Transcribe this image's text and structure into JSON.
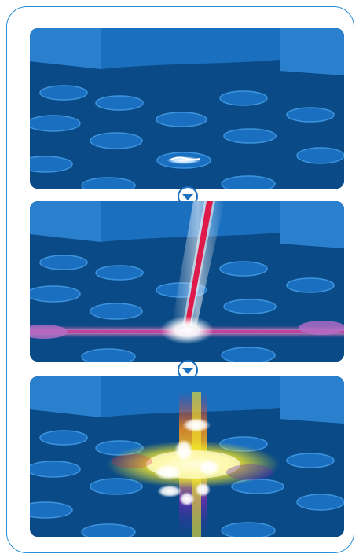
{
  "diagram": {
    "panels": [
      {
        "id": "stage-1",
        "shows": [
          "tissue-layer",
          "cells",
          "target-cell"
        ]
      },
      {
        "id": "stage-2",
        "shows": [
          "tissue-layer",
          "cells",
          "laser-beam",
          "horizontal-light-beam",
          "impact-flash"
        ]
      },
      {
        "id": "stage-3",
        "shows": [
          "tissue-layer",
          "cells",
          "multicolor-burst"
        ]
      }
    ],
    "connectors": [
      {
        "from": "stage-1",
        "to": "stage-2",
        "icon": "chevron-down-icon"
      },
      {
        "from": "stage-2",
        "to": "stage-3",
        "icon": "chevron-down-icon"
      }
    ],
    "colors": {
      "background_dark": "#0a4a86",
      "layer_light": "#1a75c2",
      "cell_fill": "#1b6fc0",
      "cell_stroke": "#3d93dc",
      "frame": "#2a90d6",
      "laser": "#e0194b",
      "horizontal_beam": "#c0439a",
      "burst_yellow": "#f6ea2c"
    }
  }
}
